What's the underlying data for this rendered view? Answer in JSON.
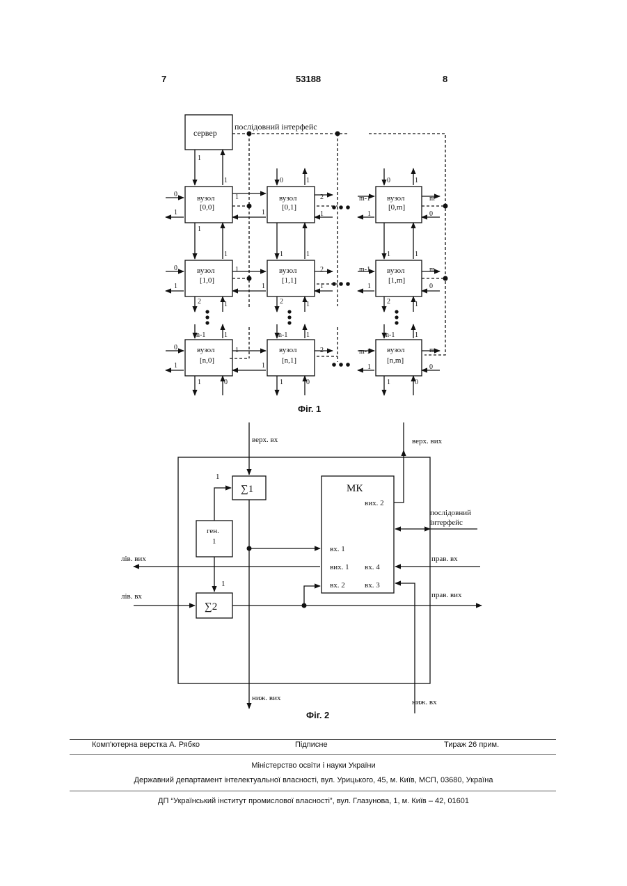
{
  "header": {
    "page_left": "7",
    "patent_number": "53188",
    "page_right": "8"
  },
  "fig1": {
    "caption": "Фіг. 1",
    "server": "сервер",
    "serial_interface": "послідовний інтерфейс",
    "node_word": "вузол",
    "nodes": [
      {
        "id": "[0,0]"
      },
      {
        "id": "[0,1]"
      },
      {
        "id": "[0,m]"
      },
      {
        "id": "[1,0]"
      },
      {
        "id": "[1,1]"
      },
      {
        "id": "[1,m]"
      },
      {
        "id": "[n,0]"
      },
      {
        "id": "[n,1]"
      },
      {
        "id": "[n,m]"
      }
    ],
    "labels": {
      "l0": "0",
      "l1": "1",
      "l2": "2",
      "lnm1": "n-1",
      "lmm1": "m-1",
      "lm": "m"
    }
  },
  "fig2": {
    "caption": "Фіг. 2",
    "mk": "МК",
    "sum1": "∑1",
    "sum2": "∑2",
    "gen": "ген.",
    "gen_num": "1",
    "one": "1",
    "top_in": "верх. вх",
    "top_out": "верх. вих",
    "bottom_out": "ниж. вих",
    "bottom_in": "ниж. вх",
    "left_out": "лів. вих",
    "left_in": "лів. вх",
    "right_in": "прав. вх",
    "right_out": "прав. вих",
    "serial_1": "послідовний",
    "serial_2": "інтерфейс",
    "mk_out2": "вих. 2",
    "mk_in1": "вх. 1",
    "mk_out1": "вих. 1",
    "mk_in4": "вх. 4",
    "mk_in2": "вх. 2",
    "mk_in3": "вх. 3"
  },
  "footer": {
    "layout": "Комп'ютерна верстка А. Рябко",
    "signed": "Підписне",
    "circulation": "Тираж 26 прим.",
    "ministry": "Міністерство освіти і науки України",
    "department": "Державний департамент інтелектуальної власності, вул. Урицького, 45, м. Київ, МСП, 03680, Україна",
    "institute": "ДП “Український інститут промислової власності”, вул. Глазунова, 1, м. Київ – 42, 01601"
  }
}
